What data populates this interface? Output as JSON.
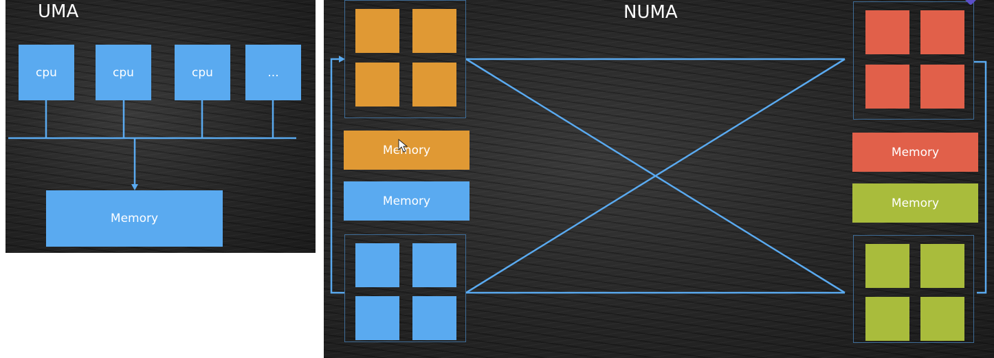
{
  "colors": {
    "blue": "#5aaaf0",
    "orange": "#e09934",
    "red": "#e1604a",
    "green": "#a9bc3c",
    "line": "#5aaaf0"
  },
  "uma": {
    "title": "UMA",
    "cpus": [
      "cpu",
      "cpu",
      "cpu",
      "..."
    ],
    "memory": "Memory"
  },
  "numa": {
    "title": "NUMA",
    "memories": {
      "top_left": "Memory",
      "bottom_left": "Memory",
      "top_right": "Memory",
      "bottom_right": "Memory"
    },
    "nodes": {
      "top_left": "orange",
      "bottom_left": "blue",
      "top_right": "red",
      "bottom_right": "green"
    }
  }
}
